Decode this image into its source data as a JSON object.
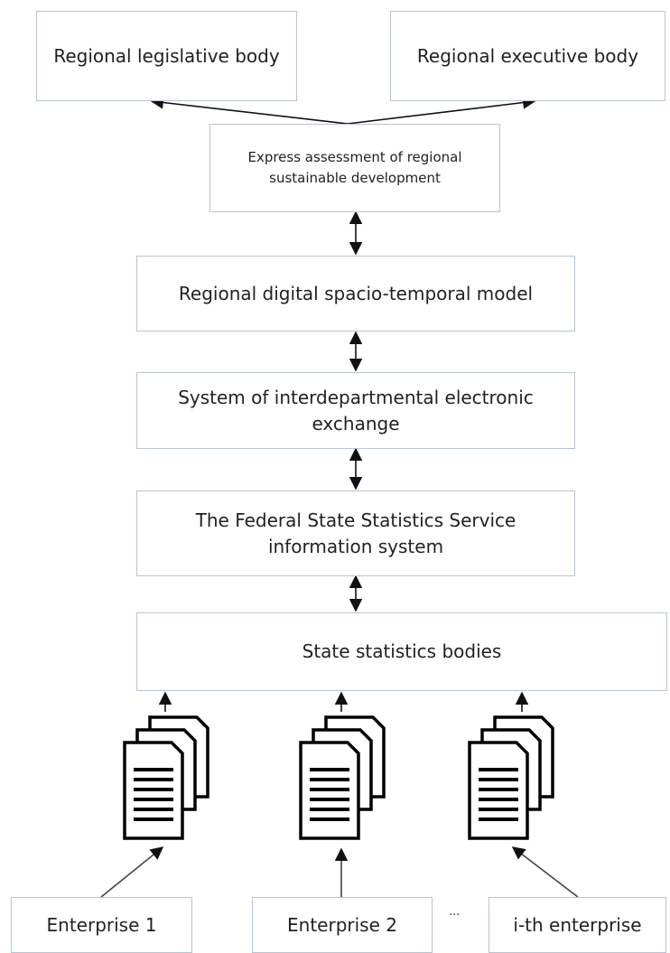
{
  "boxes": {
    "legislative": "Regional legislative body",
    "executive": "Regional executive body",
    "express_line1": "Express assessment of regional",
    "express_line2": "sustainable development",
    "spatio_temporal": "Regional digital spacio-temporal model",
    "interdept_line1": "System of interdepartmental electronic",
    "interdept_line2": "exchange",
    "fsss_line1": "The Federal State Statistics Service",
    "fsss_line2": "information system",
    "state_bodies": "State statistics bodies"
  },
  "enterprises": [
    "Enterprise 1",
    "Enterprise 2",
    "i-th enterprise"
  ],
  "ellipsis": "···"
}
